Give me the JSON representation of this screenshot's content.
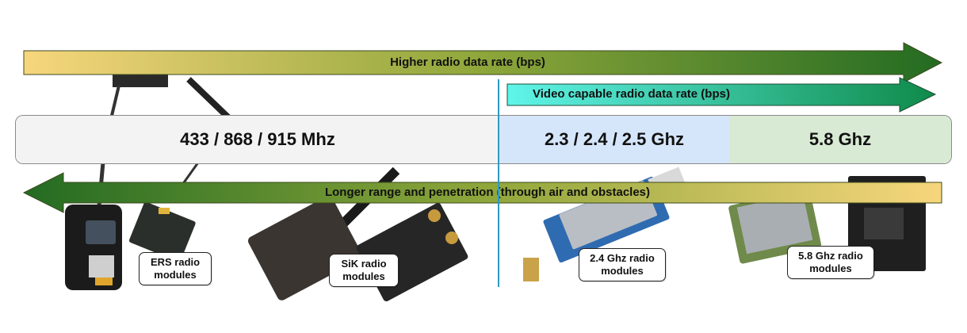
{
  "arrows": {
    "higher_rate": "Higher radio data rate (bps)",
    "video_rate": "Video capable radio data rate (bps)",
    "longer_range": "Longer range and penetration (through air and obstacles)"
  },
  "bands": {
    "sub_ghz": "433 / 868 / 915 Mhz",
    "band_2g4": "2.3 / 2.4 / 2.5 Ghz",
    "band_5g8": "5.8 Ghz"
  },
  "modules": {
    "ers": "ERS radio\nmodules",
    "sik": "SiK radio\nmodules",
    "wifi24": "2.4 Ghz radio\nmodules",
    "wifi58": "5.8 Ghz radio\nmodules"
  },
  "colors": {
    "arrow_start": "#f7d67c",
    "arrow_end": "#236b22",
    "video_start": "#5ff5ea",
    "video_end": "#0f8a4a",
    "divider": "#2d9bc2"
  }
}
